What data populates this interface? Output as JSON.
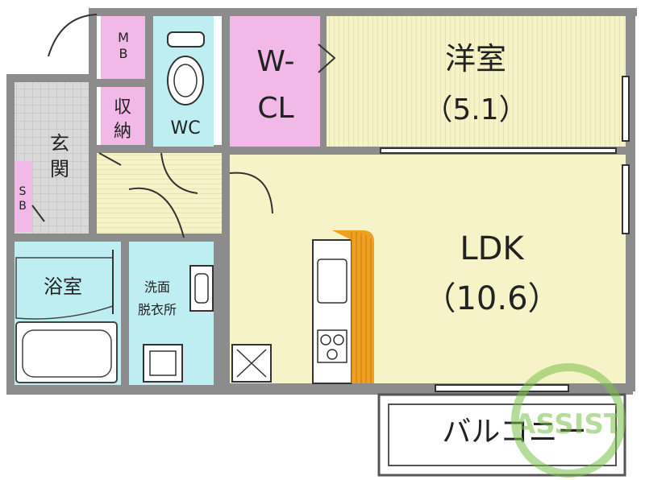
{
  "rooms": {
    "western": {
      "label": "洋室",
      "size": "（5.1）",
      "fill": "#f6f3c8"
    },
    "ldk": {
      "label": "LDK",
      "size": "（10.6）",
      "fill": "#f6f3c8"
    },
    "wcl": {
      "line1": "W-",
      "line2": "CL",
      "fill": "#f2b8e8"
    },
    "wc": {
      "label": "WC",
      "fill": "#bfeef2"
    },
    "mb": {
      "line1": "M",
      "line2": "B",
      "fill": "#f2b8e8"
    },
    "storage": {
      "line1": "収",
      "line2": "納",
      "fill": "#f2b8e8"
    },
    "entrance": {
      "line1": "玄",
      "line2": "関",
      "fill": "#d9d9d9"
    },
    "sb": {
      "line1": "S",
      "line2": "B",
      "fill": "#f2b8e8"
    },
    "bath": {
      "label": "浴室",
      "fill": "#bfeef2"
    },
    "washroom": {
      "line1": "洗面",
      "line2": "脱衣所",
      "fill": "#bfeef2"
    },
    "balcony": {
      "label": "バルコニー",
      "fill": "#ffffff"
    }
  },
  "watermark": {
    "text": "ASSIST",
    "color": "#7cc04a"
  },
  "colors": {
    "wall": "#8c8c8c",
    "counter": "#f0a020"
  }
}
